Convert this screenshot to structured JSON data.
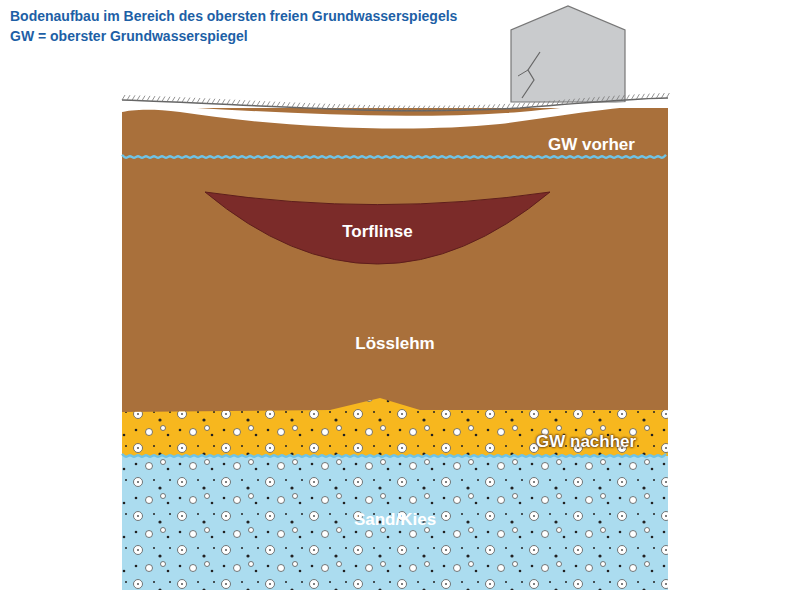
{
  "diagram": {
    "title": "Bodenaufbau im Bereich des obersten freien Grundwasserspiegels",
    "nodes": [
      {
        "text": [
          "Lösslehm"
        ]
      },
      {
        "text": [
          "Torflinse"
        ],
        "in": 0
      },
      {
        "text": [
          "Sand/Kies"
        ]
      }
    ],
    "labels": [
      "GW = oberster Grundwasserspiegel",
      "GW vorher",
      "GW nachher"
    ]
  }
}
